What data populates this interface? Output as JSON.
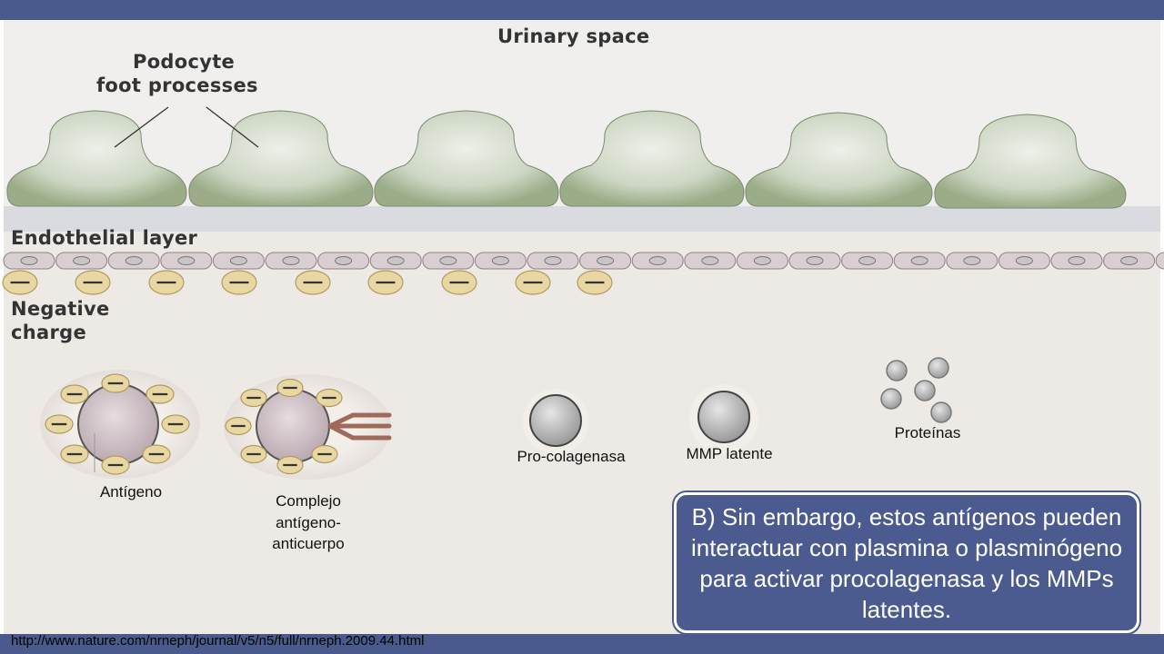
{
  "labels": {
    "urinary_space": "Urinary space",
    "podocyte_line1": "Podocyte",
    "podocyte_line2": "foot processes",
    "endothelial": "Endothelial layer",
    "negative_line1": "Negative",
    "negative_line2": "charge",
    "antigen": "Antígeno",
    "complex_line1": "Complejo",
    "complex_line2": "antígeno-",
    "complex_line3": "anticuerpo",
    "procollagenase": "Pro-colagenasa",
    "mmp_latent": "MMP latente",
    "proteins": "Proteínas"
  },
  "callout": {
    "text": "B) Sin embargo, estos antígenos pueden interactuar con plasmina o plasminógeno para activar procolagenasa y los MMPs latentes."
  },
  "source_url": "http://www.nature.com/nrneph/journal/v5/n5/full/nrneph.2009.44.html",
  "colors": {
    "background_band": "#4a5a8c",
    "callout_fill": "#4b5b8f",
    "diagram_bg": "#edeae6",
    "podocyte_green": "#a9bb98",
    "negative_charge": "#e8d7a2"
  }
}
